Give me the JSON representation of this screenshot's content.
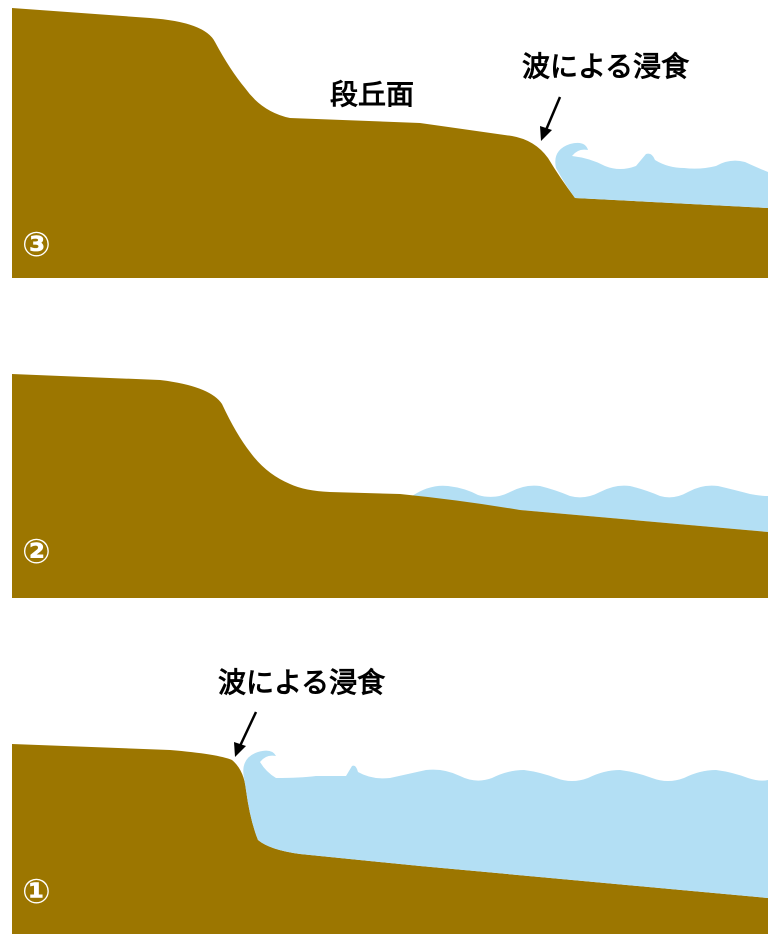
{
  "colors": {
    "ground": "#9c7600",
    "water": "#b3dff4",
    "text": "#000000",
    "panel_number": "#ffffff",
    "background": "#ffffff"
  },
  "panels": [
    {
      "id": "panel-3",
      "number": "③",
      "labels": {
        "terrace": "段丘面",
        "erosion": "波による浸食"
      }
    },
    {
      "id": "panel-2",
      "number": "②"
    },
    {
      "id": "panel-1",
      "number": "①",
      "labels": {
        "erosion": "波による浸食"
      }
    }
  ]
}
